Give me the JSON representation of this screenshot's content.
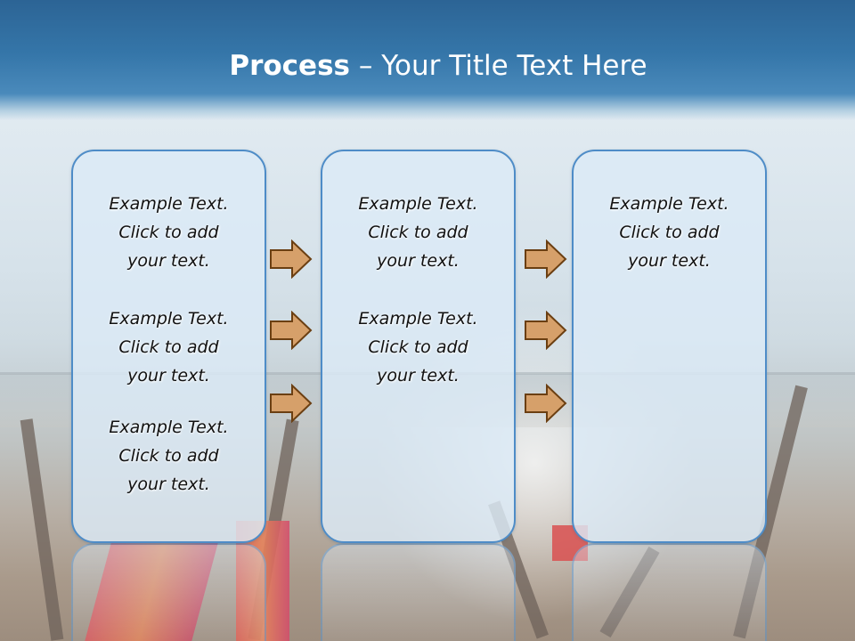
{
  "title": {
    "bold": "Process",
    "rest": " – Your Title Text Here"
  },
  "colors": {
    "header_blue": "#3576a9",
    "box_border": "#4e8cc7",
    "box_fill": "#dceaf6",
    "arrow_fill": "#d6a06a",
    "arrow_stroke": "#6b3f12"
  },
  "icons": {
    "arrow": "right-arrow-icon"
  },
  "boxes": [
    {
      "blocks": [
        {
          "line1": "Example Text.",
          "line2": "Click  to add",
          "line3": "your text."
        },
        {
          "line1": "Example Text.",
          "line2": "Click  to add",
          "line3": "your text."
        },
        {
          "line1": "Example Text.",
          "line2": "Click  to add",
          "line3": "your text."
        }
      ]
    },
    {
      "blocks": [
        {
          "line1": "Example Text.",
          "line2": "Click  to add",
          "line3": "your text."
        },
        {
          "line1": "Example Text.",
          "line2": "Click  to add",
          "line3": "your text."
        }
      ]
    },
    {
      "blocks": [
        {
          "line1": "Example Text.",
          "line2": "Click  to add",
          "line3": "your text."
        }
      ]
    }
  ]
}
